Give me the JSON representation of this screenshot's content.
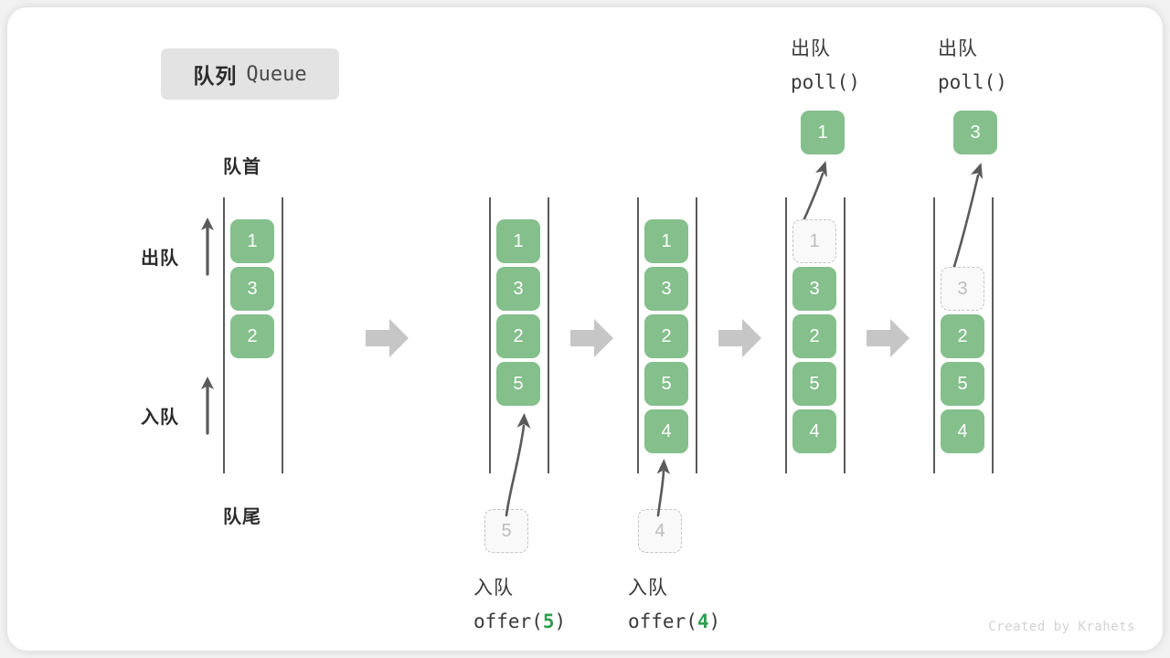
{
  "title": {
    "cn": "队列",
    "en": "Queue"
  },
  "labels": {
    "front": "队首",
    "rear": "队尾",
    "dequeue_side": "出队",
    "enqueue_side": "入队"
  },
  "watermark": "Created by Krahets",
  "colors": {
    "cell_fill": "#84bf8c",
    "cell_text": "#ffffff",
    "ghost_fill": "#f9f9f9",
    "ghost_border": "#c2c2c2",
    "ghost_text": "#bcbcbc",
    "rail": "#5a5a5a",
    "arrow": "#5a5a5a",
    "step_arrow": "#c6c6c6",
    "accent_green": "#2e9e4f",
    "chip_bg": "#e3e3e3",
    "card_bg": "#ffffff",
    "page_bg": "#f2f2f2"
  },
  "states": [
    {
      "id": "initial",
      "items": [
        "1",
        "3",
        "2"
      ],
      "ghost_index": null,
      "ghost_value": null
    },
    {
      "id": "after-offer-5",
      "items": [
        "1",
        "3",
        "2",
        "5"
      ],
      "ghost_index": null,
      "ghost_value": null
    },
    {
      "id": "after-offer-4",
      "items": [
        "1",
        "3",
        "2",
        "5",
        "4"
      ],
      "ghost_index": null,
      "ghost_value": null
    },
    {
      "id": "poll-1",
      "items": [
        "1",
        "3",
        "2",
        "5",
        "4"
      ],
      "ghost_index": 0,
      "ghost_value": "1",
      "popped": "1"
    },
    {
      "id": "poll-3",
      "items": [
        "3",
        "2",
        "5",
        "4"
      ],
      "ghost_index": 0,
      "ghost_value": "3",
      "popped": "3"
    }
  ],
  "operations": [
    {
      "id": "offer-5",
      "kind": "enqueue",
      "cn": "入队",
      "call_prefix": "offer(",
      "arg": "5",
      "call_suffix": ")",
      "incoming_value": "5"
    },
    {
      "id": "offer-4",
      "kind": "enqueue",
      "cn": "入队",
      "call_prefix": "offer(",
      "arg": "4",
      "call_suffix": ")",
      "incoming_value": "4"
    },
    {
      "id": "poll-1",
      "kind": "dequeue",
      "cn": "出队",
      "call_prefix": "poll(",
      "arg": "",
      "call_suffix": ")",
      "outgoing_value": "1"
    },
    {
      "id": "poll-3",
      "kind": "dequeue",
      "cn": "出队",
      "call_prefix": "poll(",
      "arg": "",
      "call_suffix": ")",
      "outgoing_value": "3"
    }
  ]
}
